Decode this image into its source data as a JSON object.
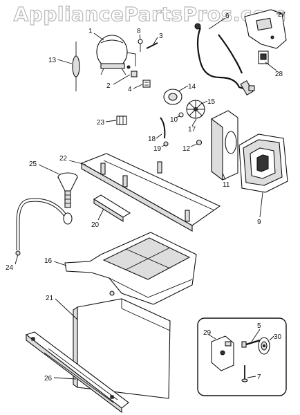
{
  "watermark": "AppliancePartsPros.com",
  "labels": {
    "l1": "1",
    "l2": "2",
    "l3": "3",
    "l4": "4",
    "l5": "5",
    "l6": "6",
    "l7": "7",
    "l8": "8",
    "l9": "9",
    "l10": "10",
    "l11": "11",
    "l12": "12",
    "l13": "13",
    "l14": "14",
    "l15": "15",
    "l16": "16",
    "l17": "17",
    "l18": "18",
    "l19": "19",
    "l20": "20",
    "l21": "21",
    "l22": "22",
    "l23": "23",
    "l24": "24",
    "l25": "25",
    "l26": "26",
    "l27": "27",
    "l28": "28",
    "l29": "29",
    "l30": "30"
  }
}
